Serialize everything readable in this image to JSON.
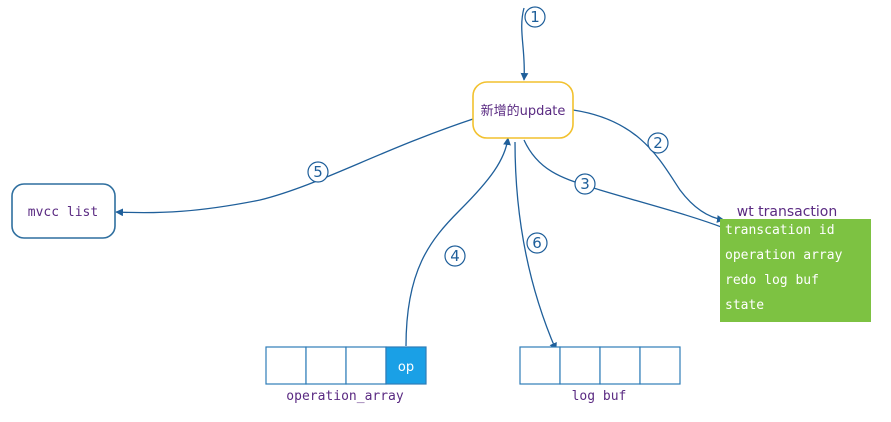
{
  "update_node": {
    "label": "新增的update"
  },
  "mvcc_node": {
    "label": "mvcc list"
  },
  "wt_transaction": {
    "title": "wt transaction",
    "fields": [
      "transcation id",
      "operation array",
      "redo log buf",
      "state"
    ]
  },
  "operation_array": {
    "label": "operation_array",
    "cells": [
      "",
      "",
      "",
      "op"
    ]
  },
  "log_buf": {
    "label": "log buf",
    "cells": [
      "",
      "",
      "",
      ""
    ]
  },
  "steps": [
    "1",
    "2",
    "3",
    "4",
    "5",
    "6"
  ],
  "colors": {
    "line": "#1f5f9a",
    "update_border": "#f2c12e",
    "mvcc_border": "#2f6f9f",
    "wt_fill": "#7dc242",
    "op_fill": "#1aa0e6",
    "cell_border": "#2e7db8",
    "text_purple": "#5a2a82"
  }
}
